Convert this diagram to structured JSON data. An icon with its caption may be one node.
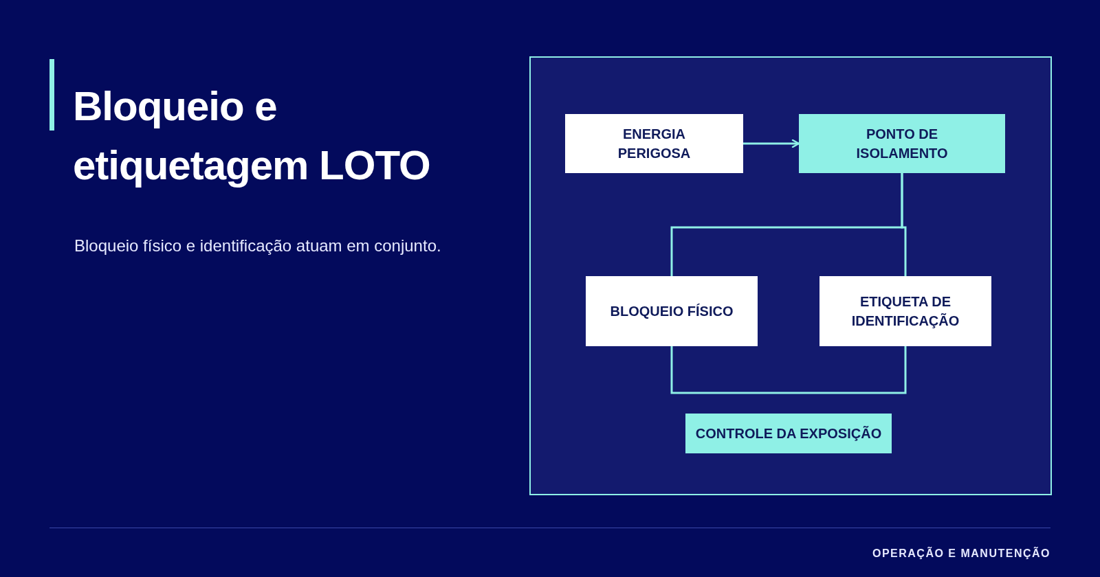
{
  "diagram": {
    "title": "Bloqueio e etiquetagem LOTO",
    "nodes": [
      {
        "text": [],
        "shape": "box"
      },
      {
        "text": [
          "ENERGIA PERIGOSA"
        ],
        "in": 0
      },
      {
        "text": [
          "PONTO DE ISOLAMENTO"
        ],
        "in": 0
      },
      {
        "text": [
          "BLOQUEIO FÍSICO"
        ],
        "in": 0
      },
      {
        "text": [
          "ETIQUETA DE IDENTIFICAÇÃO"
        ],
        "in": 0
      },
      {
        "text": [
          "CONTROLE DA EXPOSIÇÃO"
        ],
        "in": 0
      }
    ],
    "edges": [
      {
        "from": 1,
        "to": 2,
        "arrow": "to"
      },
      {
        "from": 2,
        "to": 3,
        "arrow": "none"
      },
      {
        "from": 2,
        "to": 4,
        "arrow": "none"
      },
      {
        "from": 3,
        "to": 4,
        "arrow": "none"
      }
    ],
    "labels": [
      "Bloqueio físico e identificação atuam em conjunto.",
      "OPERAÇÃO E MANUTENÇÃO"
    ]
  }
}
